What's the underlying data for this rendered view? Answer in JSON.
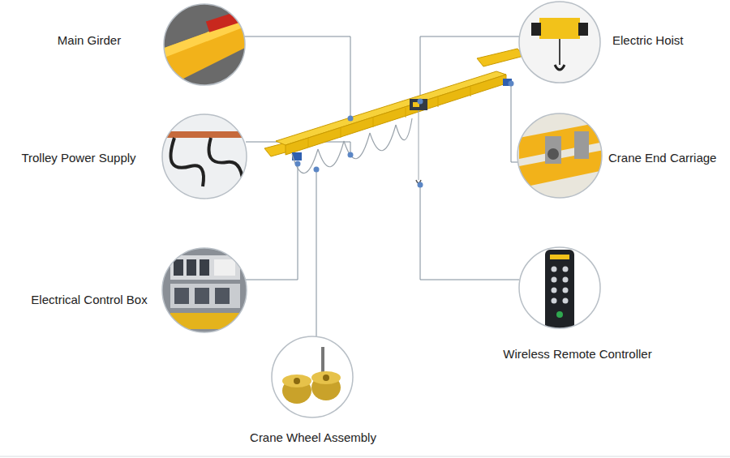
{
  "diagram": {
    "labels": [
      "Main Girder",
      "Trolley Power Supply",
      "Electrical Control Box",
      "Crane Wheel Assembly",
      "Electric Hoist",
      "Crane End Carriage",
      "Wireless Remote Controller"
    ]
  }
}
